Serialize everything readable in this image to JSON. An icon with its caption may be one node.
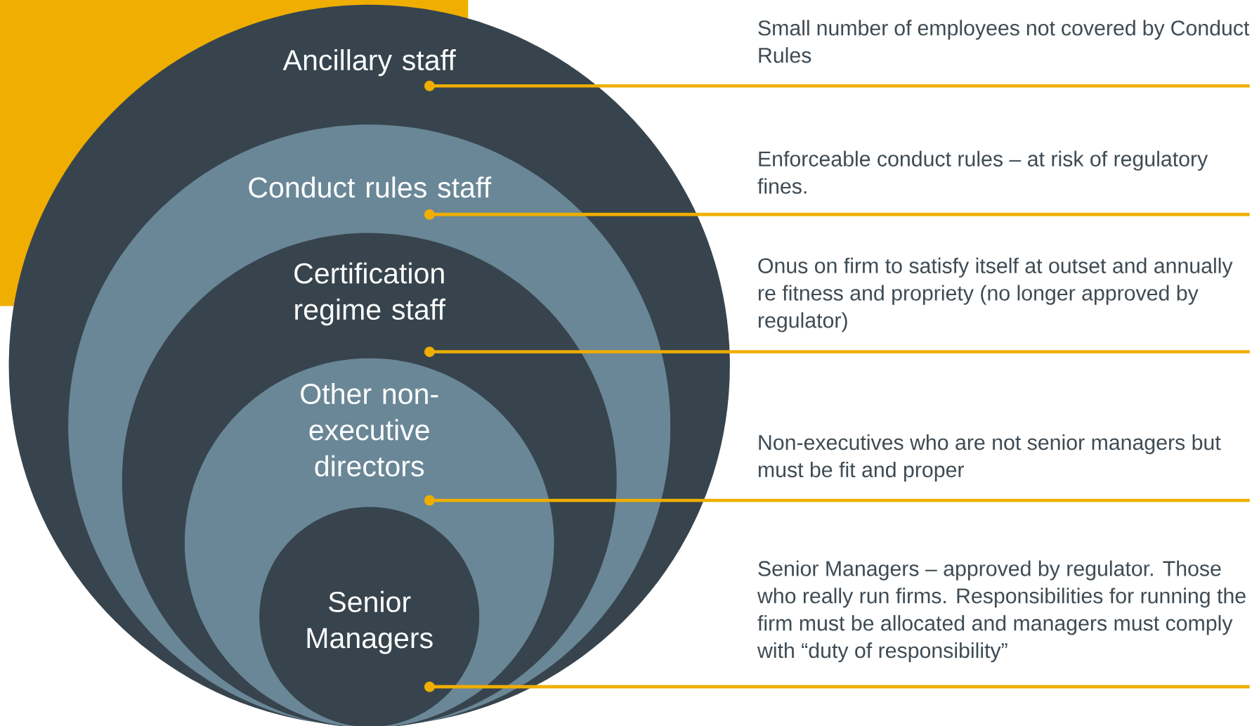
{
  "diagram": {
    "nodes": [
      {
        "text": [
          "Ancillary staff"
        ]
      },
      {
        "text": [
          "Conduct rules staff"
        ],
        "in": 0
      },
      {
        "text": [
          "Certification regime staff"
        ],
        "in": 1
      },
      {
        "text": [
          "Other non-executive directors"
        ],
        "in": 2
      },
      {
        "text": [
          "Senior Managers"
        ],
        "in": 3
      },
      {
        "text": [
          "Small number of employees not covered by Conduct Rules"
        ]
      },
      {
        "text": [
          "Enforceable conduct rules – at risk of regulatory fines."
        ]
      },
      {
        "text": [
          "Onus on firm to satisfy itself at outset and annually re fitness and propriety (no longer approved by regulator)"
        ]
      },
      {
        "text": [
          "Non-executives who are not senior managers but must be fit and proper"
        ]
      },
      {
        "text": [
          "Senior Managers – approved by regulator. Those who really run firms.  Responsibilities for running the firm must be allocated and managers must comply with “duty of responsibility”"
        ]
      }
    ],
    "edges": [
      {
        "from": 5,
        "to": 0,
        "arrow": "other"
      },
      {
        "from": 6,
        "to": 1,
        "arrow": "other"
      },
      {
        "from": 7,
        "to": 2,
        "arrow": "other"
      },
      {
        "from": 8,
        "to": 3,
        "arrow": "other"
      },
      {
        "from": 9,
        "to": 4,
        "arrow": "other"
      }
    ]
  }
}
